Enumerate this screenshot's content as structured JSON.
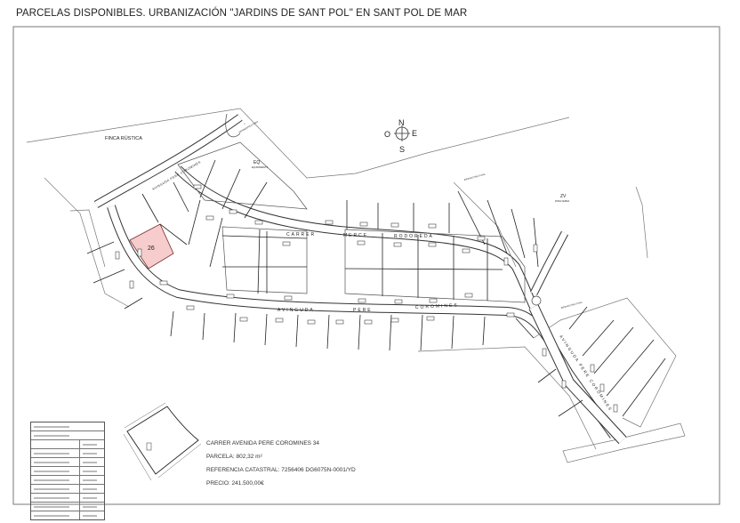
{
  "title": "PARCELAS DISPONIBLES. URBANIZACIÓN \"JARDINS DE SANT POL\" EN SANT POL DE MAR",
  "map": {
    "zones": {
      "finca": "FINCA RÚSTICA",
      "eq": "EQ",
      "eq_sub": "EQUIPAMENTS",
      "infra_code": "I",
      "infra": "INFRAESTRUCTURA",
      "zv": "ZV",
      "zv_sub": "ZONA VERDA"
    },
    "compass": {
      "n": "N",
      "s": "S",
      "e": "E",
      "o": "O"
    },
    "streets": {
      "upper": "AVINGUDA PERE COROMINES",
      "mid": [
        "CARRER",
        "MERCE",
        "RODOREDA"
      ],
      "lower": [
        "AVINGUDA",
        "PERE",
        "COROMINES"
      ],
      "diagonal": "AVINGUDA PERE COROMINES"
    },
    "highlight": {
      "parcel": "26",
      "color": "#f6cccc"
    }
  },
  "info": {
    "address": "CARRER AVENIDA PERE COROMINES 34",
    "parcela": "PARCELA: 802,32 m²",
    "referencia": "REFERENCIA CATASTRAL: 7256406 DG6075N-0001/YD",
    "precio": "PRECIO: 241.500,00€"
  }
}
